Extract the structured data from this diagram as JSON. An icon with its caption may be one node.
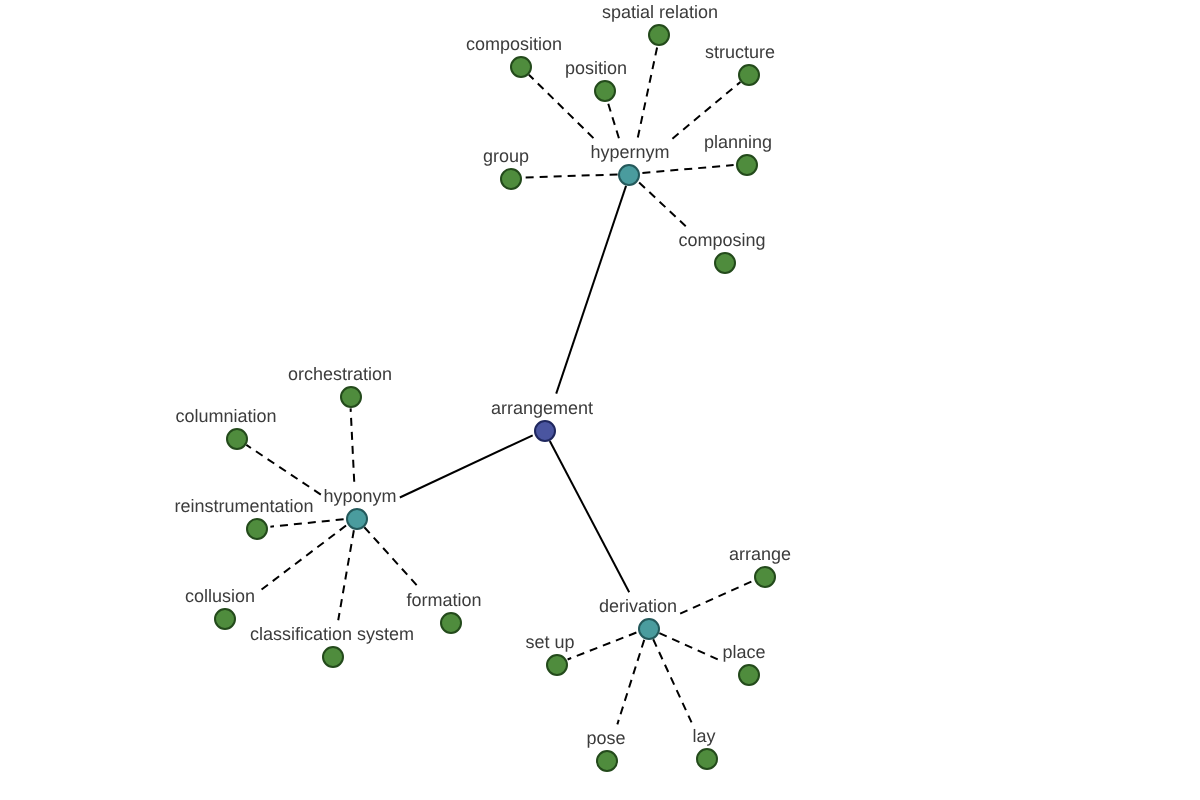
{
  "diagram": {
    "nodes": [
      {
        "text": [
          "arrangement"
        ]
      },
      {
        "text": [
          "hypernym"
        ]
      },
      {
        "text": [
          "spatial relation"
        ]
      },
      {
        "text": [
          "composition"
        ]
      },
      {
        "text": [
          "position"
        ]
      },
      {
        "text": [
          "structure"
        ]
      },
      {
        "text": [
          "group"
        ]
      },
      {
        "text": [
          "planning"
        ]
      },
      {
        "text": [
          "composing"
        ]
      },
      {
        "text": [
          "hyponym"
        ]
      },
      {
        "text": [
          "orchestration"
        ]
      },
      {
        "text": [
          "columniation"
        ]
      },
      {
        "text": [
          "reinstrumentation"
        ]
      },
      {
        "text": [
          "collusion"
        ]
      },
      {
        "text": [
          "classification system"
        ]
      },
      {
        "text": [
          "formation"
        ]
      },
      {
        "text": [
          "derivation"
        ]
      },
      {
        "text": [
          "arrange"
        ]
      },
      {
        "text": [
          "set up"
        ]
      },
      {
        "text": [
          "place"
        ]
      },
      {
        "text": [
          "pose"
        ]
      },
      {
        "text": [
          "lay"
        ]
      }
    ],
    "edges": [
      {
        "from": 0,
        "to": 1,
        "arrow": "none"
      },
      {
        "from": 0,
        "to": 9,
        "arrow": "none"
      },
      {
        "from": 0,
        "to": 16,
        "arrow": "none"
      },
      {
        "from": 1,
        "to": 2,
        "arrow": "none",
        "style": "dashed"
      },
      {
        "from": 1,
        "to": 3,
        "arrow": "none",
        "style": "dashed"
      },
      {
        "from": 1,
        "to": 4,
        "arrow": "none",
        "style": "dashed"
      },
      {
        "from": 1,
        "to": 5,
        "arrow": "none",
        "style": "dashed"
      },
      {
        "from": 1,
        "to": 6,
        "arrow": "none",
        "style": "dashed"
      },
      {
        "from": 1,
        "to": 7,
        "arrow": "none",
        "style": "dashed"
      },
      {
        "from": 1,
        "to": 8,
        "arrow": "none",
        "style": "dashed"
      },
      {
        "from": 9,
        "to": 10,
        "arrow": "none",
        "style": "dashed"
      },
      {
        "from": 9,
        "to": 11,
        "arrow": "none",
        "style": "dashed"
      },
      {
        "from": 9,
        "to": 12,
        "arrow": "none",
        "style": "dashed"
      },
      {
        "from": 9,
        "to": 13,
        "arrow": "none",
        "style": "dashed"
      },
      {
        "from": 9,
        "to": 14,
        "arrow": "none",
        "style": "dashed"
      },
      {
        "from": 9,
        "to": 15,
        "arrow": "none",
        "style": "dashed"
      },
      {
        "from": 16,
        "to": 17,
        "arrow": "none",
        "style": "dashed"
      },
      {
        "from": 16,
        "to": 18,
        "arrow": "none",
        "style": "dashed"
      },
      {
        "from": 16,
        "to": 19,
        "arrow": "none",
        "style": "dashed"
      },
      {
        "from": 16,
        "to": 20,
        "arrow": "none",
        "style": "dashed"
      },
      {
        "from": 16,
        "to": 21,
        "arrow": "none",
        "style": "dashed"
      }
    ]
  }
}
